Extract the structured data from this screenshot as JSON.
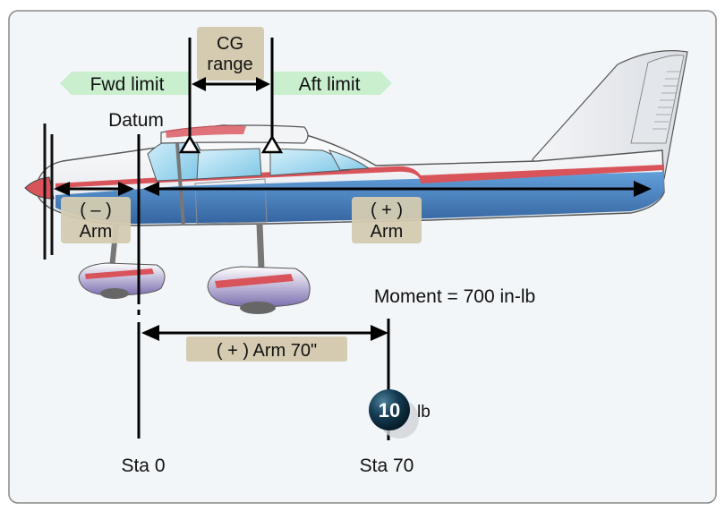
{
  "labels": {
    "cg_range_line1": "CG",
    "cg_range_line2": "range",
    "fwd_limit": "Fwd limit",
    "aft_limit": "Aft limit",
    "datum": "Datum",
    "neg_arm_sign": "( – )",
    "neg_arm": "Arm",
    "pos_arm_sign": "( + )",
    "pos_arm": "Arm",
    "moment": "Moment = 700 in-lb",
    "arm_70": "( + ) Arm 70\"",
    "weight_value": "10",
    "weight_unit": "lb",
    "station_0": "Sta 0",
    "station_70": "Sta 70"
  },
  "colors": {
    "frame_border": "#888888",
    "background": "#f2f6f9",
    "tan_box": "#d4cbb0",
    "green_tag": "#c9efcf",
    "fuselage_white": "#f7f8fa",
    "stripe_blue": "#3f7fc0",
    "stripe_red": "#d9535a",
    "weight_ball": "#0f3347"
  }
}
